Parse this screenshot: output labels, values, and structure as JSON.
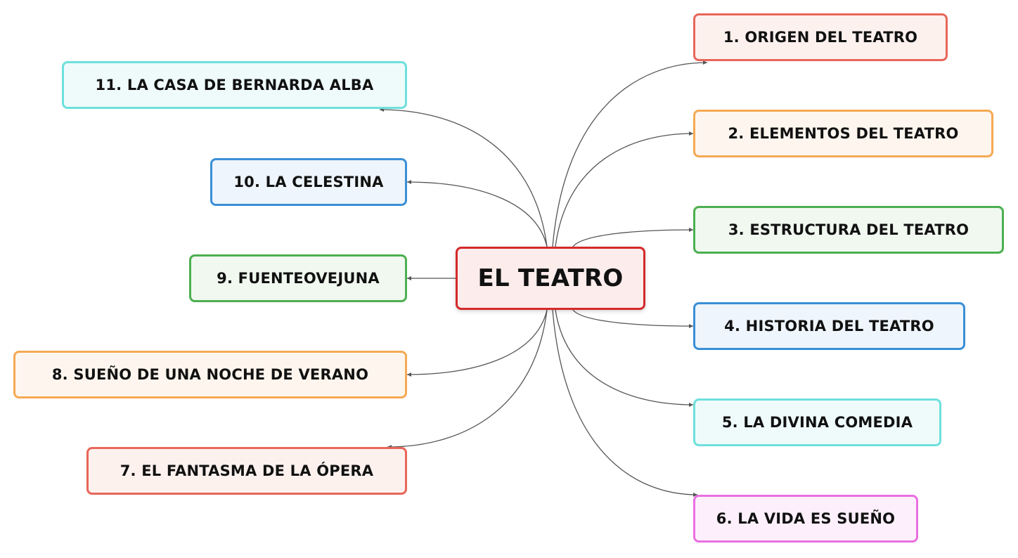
{
  "central": {
    "label": "EL TEATRO",
    "border": "#d42a2a",
    "fill": "#fdecec"
  },
  "topics": [
    {
      "label": "1. ORIGEN DEL TEATRO",
      "border": "#e8665a",
      "fill": "#fdf1ee"
    },
    {
      "label": "2. ELEMENTOS DEL TEATRO",
      "border": "#f5a954",
      "fill": "#fef6ee"
    },
    {
      "label": "3. ESTRUCTURA DEL TEATRO",
      "border": "#4caf50",
      "fill": "#f0f8f0"
    },
    {
      "label": "4. HISTORIA DEL TEATRO",
      "border": "#3a8fd6",
      "fill": "#eef5fc"
    },
    {
      "label": "5. LA DIVINA COMEDIA",
      "border": "#6ee0dc",
      "fill": "#effbfb"
    },
    {
      "label": "6. LA VIDA ES SUEÑO",
      "border": "#ea6fe0",
      "fill": "#fdf0fc"
    },
    {
      "label": "7. EL FANTASMA DE LA ÓPERA",
      "border": "#e8665a",
      "fill": "#fdf1ee"
    },
    {
      "label": "8. SUEÑO DE UNA NOCHE DE VERANO",
      "border": "#f5a954",
      "fill": "#fef6ee"
    },
    {
      "label": "9. FUENTEOVEJUNA",
      "border": "#4caf50",
      "fill": "#f0f8f0"
    },
    {
      "label": "10. LA CELESTINA",
      "border": "#3a8fd6",
      "fill": "#eef5fc"
    },
    {
      "label": "11. LA CASA DE BERNARDA ALBA",
      "border": "#6ee0dc",
      "fill": "#effbfb"
    }
  ],
  "colors": {
    "connector": "#555555"
  }
}
